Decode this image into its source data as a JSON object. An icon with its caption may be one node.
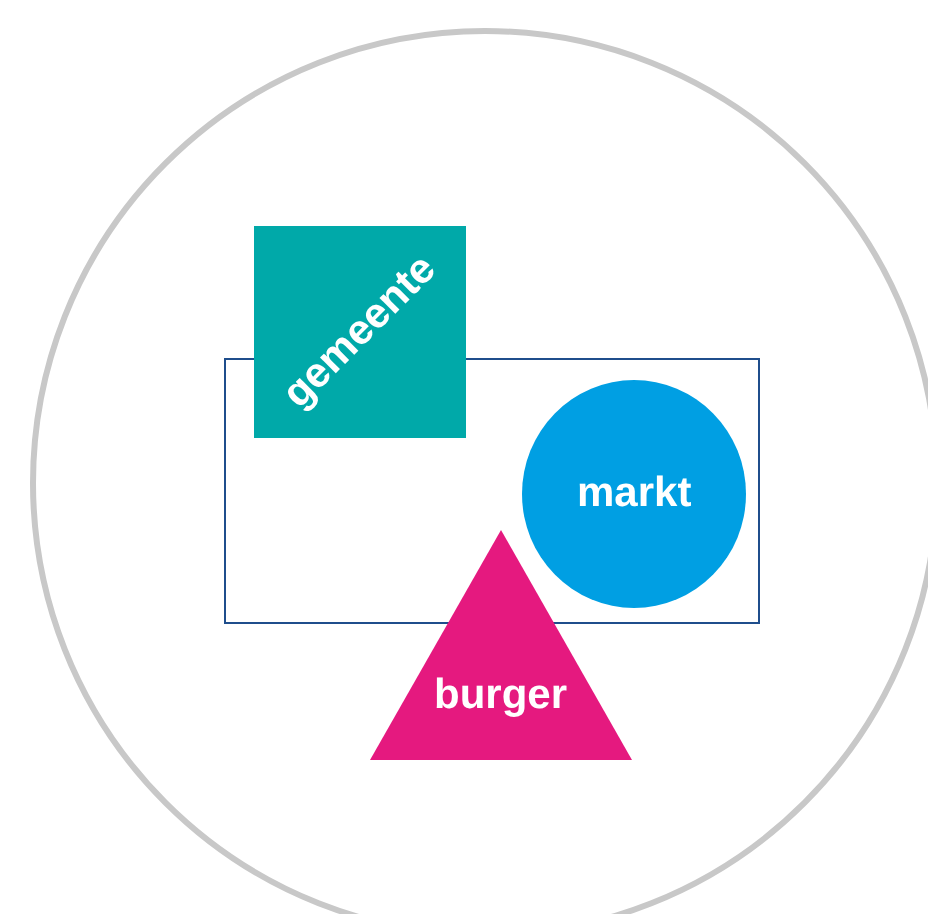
{
  "diagram": {
    "nodes": [
      {
        "text": [],
        "shape": "circle"
      },
      {
        "text": [],
        "shape": "box",
        "in": 0
      },
      {
        "text": [
          "gemeente"
        ],
        "in": 0
      },
      {
        "text": [
          "markt"
        ],
        "in": 1
      },
      {
        "text": [
          "burger"
        ],
        "in": 0
      }
    ]
  }
}
